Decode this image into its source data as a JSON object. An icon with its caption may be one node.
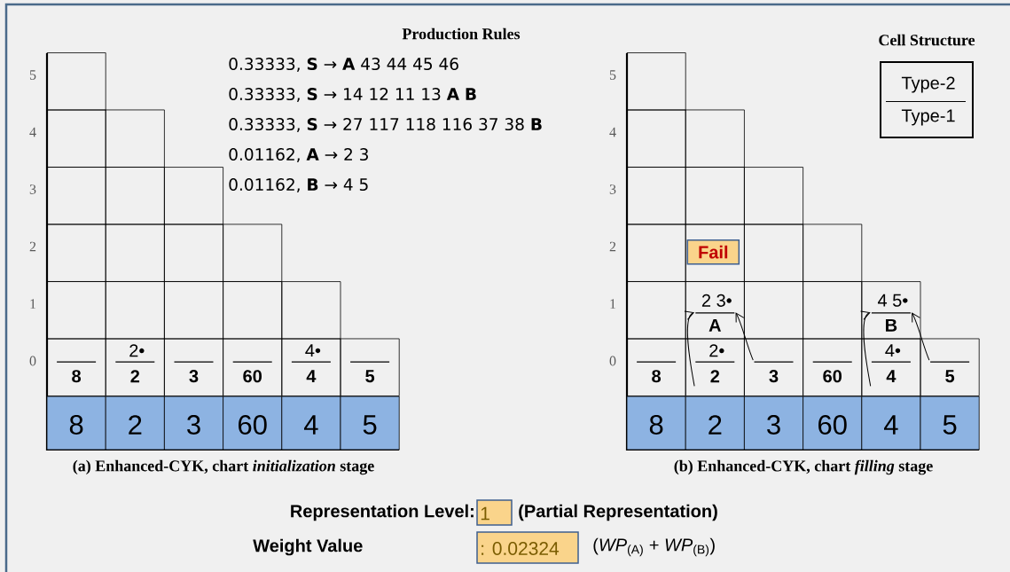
{
  "diagram": {
    "nodes": [
      {
        "text": [],
        "shape": "box"
      },
      {
        "text": [],
        "shape": "box"
      },
      {
        "text": [],
        "shape": "box"
      },
      {
        "text": [],
        "shape": "box"
      },
      {
        "text": [],
        "shape": "box"
      },
      {
        "text": [],
        "shape": "box"
      },
      {
        "text": [],
        "shape": "box"
      },
      {
        "text": [],
        "shape": "box"
      },
      {
        "text": [],
        "shape": "box"
      },
      {
        "text": [],
        "shape": "box"
      },
      {
        "text": [],
        "shape": "box"
      },
      {
        "text": [],
        "shape": "box"
      },
      {
        "text": [],
        "shape": "box"
      },
      {
        "text": [],
        "shape": "box"
      },
      {
        "text": [],
        "shape": "box"
      },
      {
        "text": [],
        "shape": "box"
      },
      {
        "text": [],
        "shape": "box"
      },
      {
        "text": [],
        "shape": "box"
      },
      {
        "text": [],
        "shape": "box"
      },
      {
        "text": [],
        "shape": "box"
      },
      {
        "text": [],
        "shape": "box"
      },
      {
        "text": [
          "8"
        ]
      },
      {
        "text": [
          "2"
        ]
      },
      {
        "text": [
          "3"
        ]
      },
      {
        "text": [
          "60"
        ]
      },
      {
        "text": [
          "4"
        ]
      },
      {
        "text": [
          "5"
        ]
      },
      {
        "text": [],
        "shape": "box"
      },
      {
        "text": [],
        "shape": "box"
      },
      {
        "text": [],
        "shape": "box"
      },
      {
        "text": [],
        "shape": "box"
      },
      {
        "text": [],
        "shape": "box"
      },
      {
        "text": [],
        "shape": "box"
      },
      {
        "text": [],
        "shape": "box"
      },
      {
        "text": [],
        "shape": "box"
      },
      {
        "text": [],
        "shape": "box"
      },
      {
        "text": [],
        "shape": "box"
      },
      {
        "text": [],
        "shape": "box"
      },
      {
        "text": [],
        "shape": "box"
      },
      {
        "text": [],
        "shape": "box"
      },
      {
        "text": [],
        "shape": "box"
      },
      {
        "text": [],
        "shape": "box"
      },
      {
        "text": [],
        "shape": "box"
      },
      {
        "text": [],
        "shape": "box"
      },
      {
        "text": [],
        "shape": "box"
      },
      {
        "text": [],
        "shape": "box"
      },
      {
        "text": [],
        "shape": "box"
      },
      {
        "text": [],
        "shape": "box"
      },
      {
        "text": [
          "8"
        ]
      },
      {
        "text": [
          "2"
        ]
      },
      {
        "text": [
          "3"
        ]
      },
      {
        "text": [
          "60"
        ]
      },
      {
        "text": [
          "4"
        ]
      },
      {
        "text": [
          "5"
        ]
      },
      {
        "text": [
          "Fail"
        ],
        "in": 34
      },
      {
        "text": [
          "Cell Structure",
          "Type-2",
          "Type-1"
        ]
      },
      {
        "text": [
          "1"
        ]
      },
      {
        "text": [
          ": 0.02324"
        ]
      },
      {
        "text": [
          "8"
        ],
        "in": 15
      },
      {
        "text": [
          "2•",
          "2"
        ],
        "in": 16
      },
      {
        "text": [
          "3"
        ],
        "in": 17
      },
      {
        "text": [
          "60"
        ],
        "in": 18
      },
      {
        "text": [
          "4•",
          "4"
        ],
        "in": 19
      },
      {
        "text": [
          "5"
        ],
        "in": 20
      },
      {
        "text": [
          "2 3•",
          "A"
        ],
        "in": 38
      },
      {
        "text": [
          "4 5•",
          "B"
        ],
        "in": 41
      },
      {
        "text": [
          "8"
        ],
        "in": 42
      },
      {
        "text": [
          "2•",
          "2"
        ],
        "in": 43
      },
      {
        "text": [
          "3"
        ],
        "in": 44
      },
      {
        "text": [
          "60"
        ],
        "in": 45
      },
      {
        "text": [
          "4•",
          "4"
        ],
        "in": 46
      },
      {
        "text": [
          "5"
        ],
        "in": 47
      }
    ],
    "edges": [
      {
        "from": 67,
        "to": 64,
        "arrow": "to"
      },
      {
        "from": 68,
        "to": 64,
        "arrow": "to"
      },
      {
        "from": 70,
        "to": 65,
        "arrow": "to"
      },
      {
        "from": 71,
        "to": 65,
        "arrow": "to"
      }
    ],
    "labels": [
      "Production Rules",
      "0.33333, **S** → **A** 43 44 45 46",
      "0.33333, **S** → 14 12 11 13 **A** **B**",
      "0.33333, **S** → 27 117 118 116 37 38 **B**",
      "0.01162, **A** → 2 3",
      "0.01162, **B** → 4 5",
      "5",
      "4",
      "3",
      "2",
      "1",
      "0",
      "5",
      "4",
      "3",
      "2",
      "1",
      "0",
      "(a) Enhanced-CYK, chart *initialization* stage",
      "(b) Enhanced-CYK, chart *filling* stage",
      "Representation Level:",
      "(Partial Representation)",
      "Weight Value",
      "(*WP*$_{(A)}$ + *WP*$_{(B)}$)"
    ]
  }
}
